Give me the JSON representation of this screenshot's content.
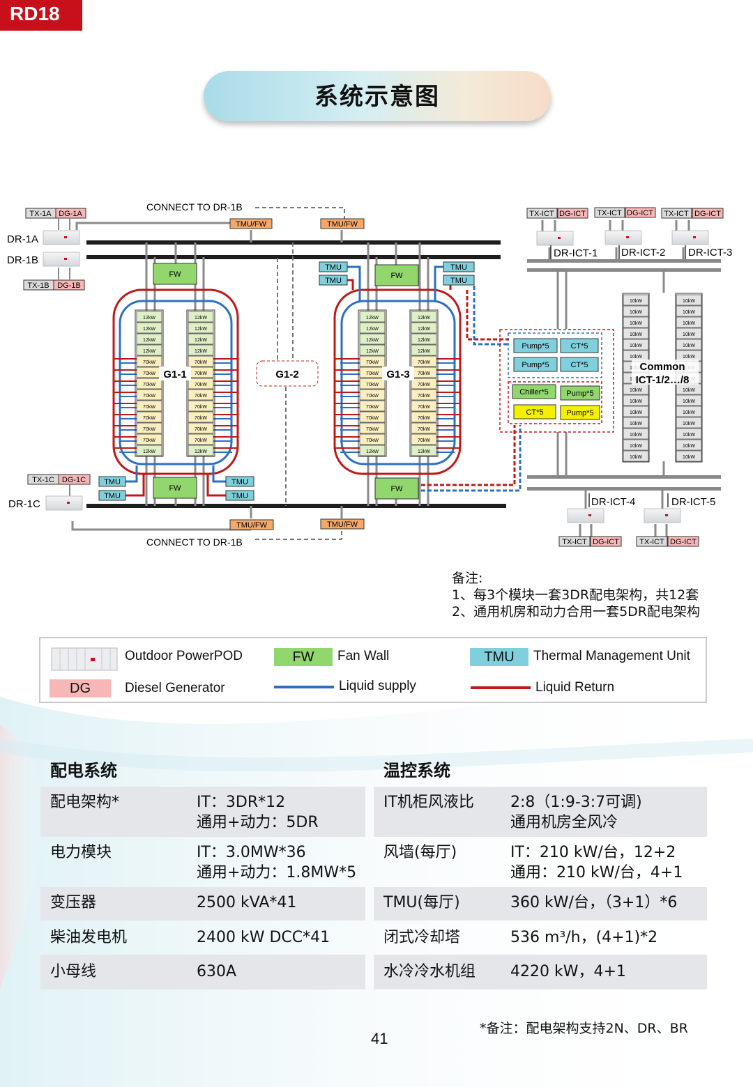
{
  "header": {
    "tag": "RD18",
    "title": "系统示意图"
  },
  "diagram": {
    "connect_labels": [
      "CONNECT TO DR-1B",
      "CONNECT TO DR-1B"
    ],
    "dr_labels": [
      "DR-1A",
      "DR-1B",
      "DR-1C",
      "DR-ICT-1",
      "DR-ICT-2",
      "DR-ICT-3",
      "DR-ICT-4",
      "DR-ICT-5"
    ],
    "tx_labels": [
      "TX-1A",
      "TX-1B",
      "TX-1C",
      "TX-ICT"
    ],
    "dg_labels": [
      "DG-1A",
      "DG-1B",
      "DG-1C",
      "DG-ICT"
    ],
    "tmu_fw": "TMU/FW",
    "fw": "FW",
    "tmu": "TMU",
    "halls": [
      "G1-1",
      "G1-2",
      "G1-3"
    ],
    "rack_12kw": "12kW",
    "rack_70kw": "70kW",
    "rack_10kw": "10kW",
    "plant": {
      "pump": "Pump*5",
      "ct": "CT*5",
      "chiller": "Chiller*5"
    },
    "common_ict": [
      "Common",
      "ICT-1/2…/8"
    ]
  },
  "notes": {
    "heading": "备注:",
    "lines": [
      "1、每3个模块一套3DR配电架构，共12套",
      "2、通用机房和动力合用一套5DR配电架构"
    ]
  },
  "legend": {
    "pod": "Outdoor PowerPOD",
    "fw_key": "FW",
    "fw": "Fan Wall",
    "tmu_key": "TMU",
    "tmu": "Thermal Management Unit",
    "dg_key": "DG",
    "dg": "Diesel Generator",
    "supply": "Liquid supply",
    "return": "Liquid Return"
  },
  "colors": {
    "red_brand": "#c8101a",
    "supply": "#2b6fc4",
    "return": "#c01818",
    "fw": "#92d66e",
    "tmu": "#7fd0dc",
    "tmu_fw": "#f4a86a",
    "dg": "#f7b7b7"
  },
  "spec": {
    "power_title": "配电系统",
    "cooling_title": "温控系统",
    "power_rows": [
      {
        "k": "配电架构*",
        "v1": "IT：3DR*12",
        "v2": "通用+动力：5DR"
      },
      {
        "k": "电力模块",
        "v1": "IT：3.0MW*36",
        "v2": "通用+动力：1.8MW*5"
      },
      {
        "k": "变压器",
        "v1": "2500 kVA*41",
        "v2": ""
      },
      {
        "k": "柴油发电机",
        "v1": "2400 kW DCC*41",
        "v2": ""
      },
      {
        "k": "小母线",
        "v1": "630A",
        "v2": ""
      }
    ],
    "cooling_rows": [
      {
        "k": "IT机柜风液比",
        "v1": "2:8（1:9-3:7可调)",
        "v2": "通用机房全风冷"
      },
      {
        "k": "风墙(每厅)",
        "v1": "IT：210 kW/台，12+2",
        "v2": "通用：210 kW/台，4+1"
      },
      {
        "k": "TMU(每厅)",
        "v1": "360 kW/台，（3+1）*6",
        "v2": ""
      },
      {
        "k": "闭式冷却塔",
        "v1": "536 m³/h，(4+1)*2",
        "v2": ""
      },
      {
        "k": "水冷冷水机组",
        "v1": "4220 kW，4+1",
        "v2": ""
      }
    ],
    "footnote": "*备注：配电架构支持2N、DR、BR",
    "page": "41"
  }
}
